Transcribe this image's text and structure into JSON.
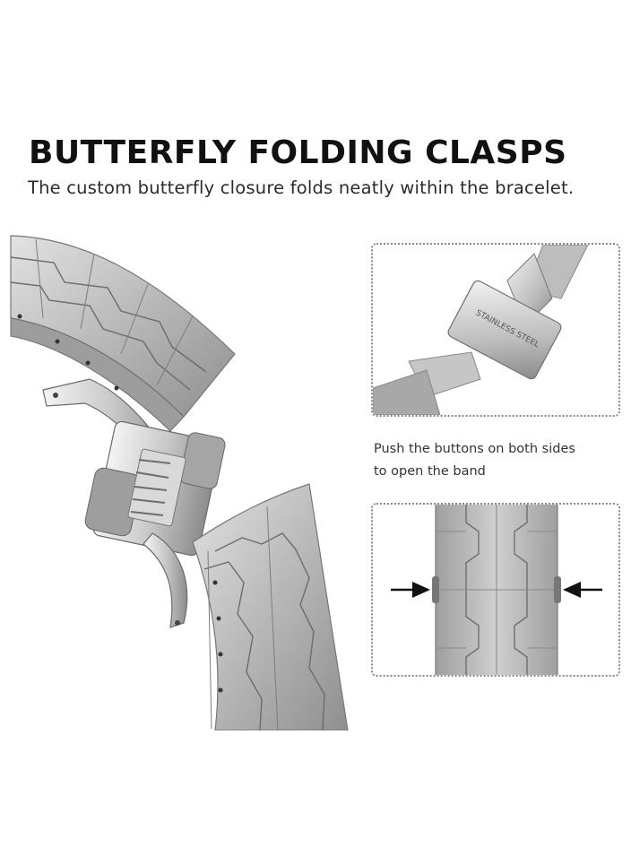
{
  "header": {
    "title": "BUTTERFLY FOLDING CLASPS",
    "subtitle": "The custom butterfly closure folds neatly within the bracelet."
  },
  "detail": {
    "clasp_engraving": "STAINLESS STEEL",
    "instruction_line1": "Push the buttons on both sides",
    "instruction_line2": "to open the band"
  },
  "colors": {
    "metal_light": "#d6d6d6",
    "metal_mid": "#a9a9a9",
    "metal_dark": "#6e6e6e",
    "arrow": "#111111",
    "dotted_border": "#8a8a8a"
  },
  "icons": [
    "arrow-right-icon",
    "arrow-left-icon"
  ]
}
